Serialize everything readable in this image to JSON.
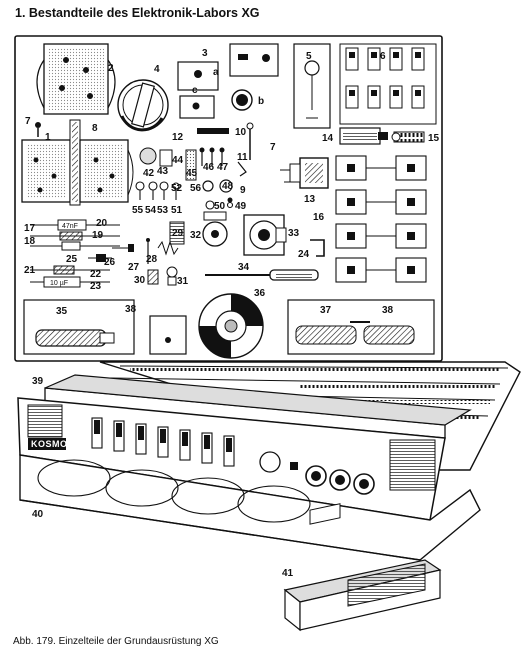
{
  "page": {
    "title": "1. Bestandteile des Elektronik-Labors XG",
    "caption": "Abb. 179.  Einzelteile der Grundausrüstung XG"
  },
  "labels": {
    "n1": "1",
    "n2": "2",
    "n3": "3",
    "n4": "4",
    "n5": "5",
    "n6": "6",
    "n7": "7",
    "n7b": "7",
    "n8": "8",
    "n9": "9",
    "n10": "10",
    "n11": "11",
    "n12": "12",
    "n13": "13",
    "n14": "14",
    "n15": "15",
    "n16": "16",
    "n17": "17",
    "n18": "18",
    "n19": "19",
    "n20": "20",
    "n21": "21",
    "n22": "22",
    "n23": "23",
    "n24": "24",
    "n25": "25",
    "n26": "26",
    "n27": "27",
    "n28": "28",
    "n29": "29",
    "n30": "30",
    "n31": "31",
    "n32": "32",
    "n33": "33",
    "n34": "34",
    "n35": "35",
    "n36": "36",
    "n37": "37",
    "n38a": "38",
    "n38b": "38",
    "n39": "39",
    "n40": "40",
    "n41": "41",
    "n42": "42",
    "n43": "43",
    "n44": "44",
    "n45": "45",
    "n46": "46",
    "n47": "47",
    "n48": "48",
    "n49": "49",
    "n50": "50",
    "n51": "51",
    "n52": "52",
    "n53": "53",
    "n54": "54",
    "n55": "55",
    "n56": "56",
    "la": "a",
    "lb": "b",
    "lc": "c",
    "cap47nf": "47nF",
    "cap10uf": "10 µF"
  },
  "brand_text": "KOSMOS",
  "colors": {
    "ink": "#111111",
    "paper": "#ffffff",
    "shade": "#bdbdbd",
    "dark": "#2a2a2a"
  }
}
